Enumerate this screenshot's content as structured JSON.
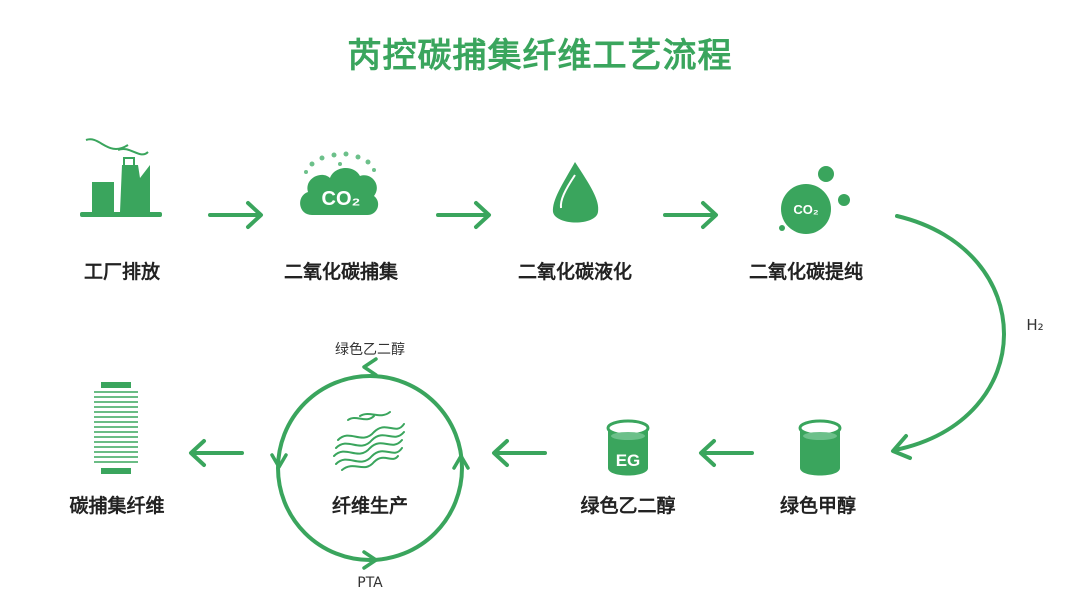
{
  "title": "芮控碳捕集纤维工艺流程",
  "colors": {
    "green": "#3aa55d",
    "light_green": "#6cc08a",
    "text": "#222222"
  },
  "steps": {
    "factory": "工厂排放",
    "capture": "二氧化碳捕集",
    "liquefy": "二氧化碳液化",
    "purify": "二氧化碳提纯",
    "methanol": "绿色甲醇",
    "eg": "绿色乙二醇",
    "fiber_production": "纤维生产",
    "product": "碳捕集纤维"
  },
  "icon_text": {
    "co2_cloud": "CO₂",
    "co2_bubble": "CO₂",
    "eg_can": "EG"
  },
  "annotations": {
    "h2": "H₂",
    "cycle_top": "绿色乙二醇",
    "cycle_bottom": "PTA"
  },
  "icons": [
    "factory-icon",
    "co2-cloud-icon",
    "droplet-icon",
    "co2-bubble-icon",
    "methanol-can-icon",
    "eg-can-icon",
    "fiber-strands-icon",
    "spool-icon"
  ]
}
